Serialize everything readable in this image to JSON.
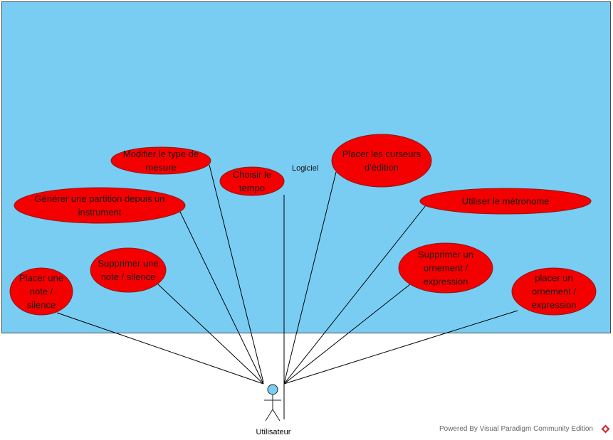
{
  "system": {
    "name": "Logiciel",
    "fill_color": "#79CDF3",
    "border_color": "#4a4a4a"
  },
  "actor": {
    "name": "Utilisateur",
    "head_color": "#79CDF3"
  },
  "use_case_style": {
    "fill_color": "#F50000",
    "stroke_color": "#8a1a1a"
  },
  "use_cases": [
    {
      "id": "modifier-type-mesure",
      "lines": [
        "Modifier le type de",
        "mesure"
      ]
    },
    {
      "id": "choisir-tempo",
      "lines": [
        "Choisir le",
        "tempo"
      ]
    },
    {
      "id": "placer-curseurs",
      "lines": [
        "Placer les curseurs",
        "d'édition"
      ]
    },
    {
      "id": "generer-partition",
      "lines": [
        "Générer une partition depuis un",
        "instrument"
      ]
    },
    {
      "id": "utiliser-metronome",
      "lines": [
        "Utiliser le métronome"
      ]
    },
    {
      "id": "supprimer-note",
      "lines": [
        "Supprimer une",
        "note / silence"
      ]
    },
    {
      "id": "supprimer-ornement",
      "lines": [
        "Supprimer un",
        "ornement /",
        "expression"
      ]
    },
    {
      "id": "placer-note",
      "lines": [
        "Placer une",
        "note /",
        "silence"
      ]
    },
    {
      "id": "placer-ornement",
      "lines": [
        "placer un",
        "ornement /",
        "expression"
      ]
    }
  ],
  "footer": {
    "text": "Powered By  Visual Paradigm Community Edition"
  }
}
